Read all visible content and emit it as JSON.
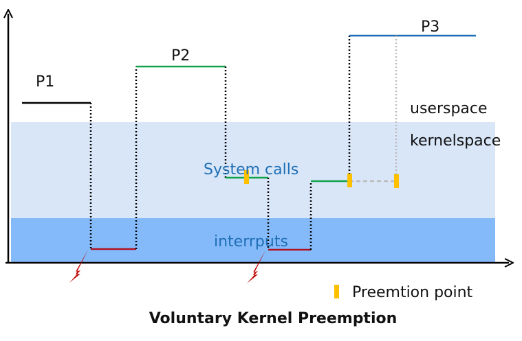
{
  "diagram": {
    "title": "Voluntary Kernel Preemption",
    "process_labels": {
      "p1": "P1",
      "p2": "P2",
      "p3": "P3"
    },
    "region_labels": {
      "userspace": "userspace",
      "kernelspace": "kernelspace",
      "system_calls": "System calls",
      "interrupts": "interrputs"
    },
    "legend": {
      "preemption_point": "Preemtion point"
    },
    "colors": {
      "kernelspace_band": "#d8e6f8",
      "interrupt_band": "#84bafa",
      "p1_line": "#000000",
      "p2_line": "#10a34a",
      "p3_line": "#1f6fb5",
      "interrupt_line": "#b01020",
      "preemption_marker": "#ffc000",
      "blue_text": "#1f6fb5",
      "dotted_preempt": "#bbbbbb",
      "interrupt_arrow": "#c00000"
    },
    "icons": [
      "interrupt-lightning-icon",
      "preemption-point-icon"
    ]
  }
}
